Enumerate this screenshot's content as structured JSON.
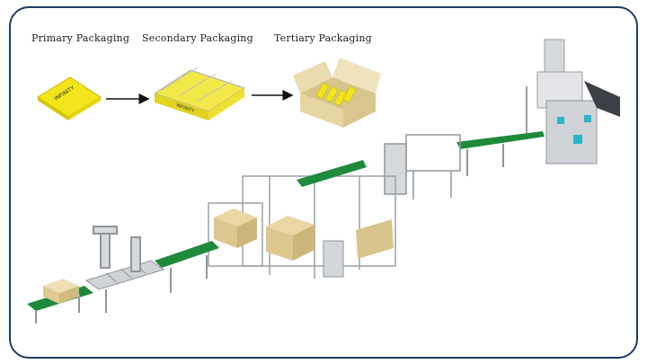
{
  "stages": [
    {
      "label": "Primary Packaging",
      "icon": "single-bag"
    },
    {
      "label": "Secondary Packaging",
      "icon": "bundled-bags"
    },
    {
      "label": "Tertiary Packaging",
      "icon": "open-carton"
    }
  ],
  "colors": {
    "frame": "#1f3b63",
    "bag_yellow": "#f2e51c",
    "conveyor_green": "#1f8a3b",
    "machine_grey": "#c9ccd0",
    "carton": "#e4cf9a",
    "accent_teal": "#2bb5c8"
  }
}
